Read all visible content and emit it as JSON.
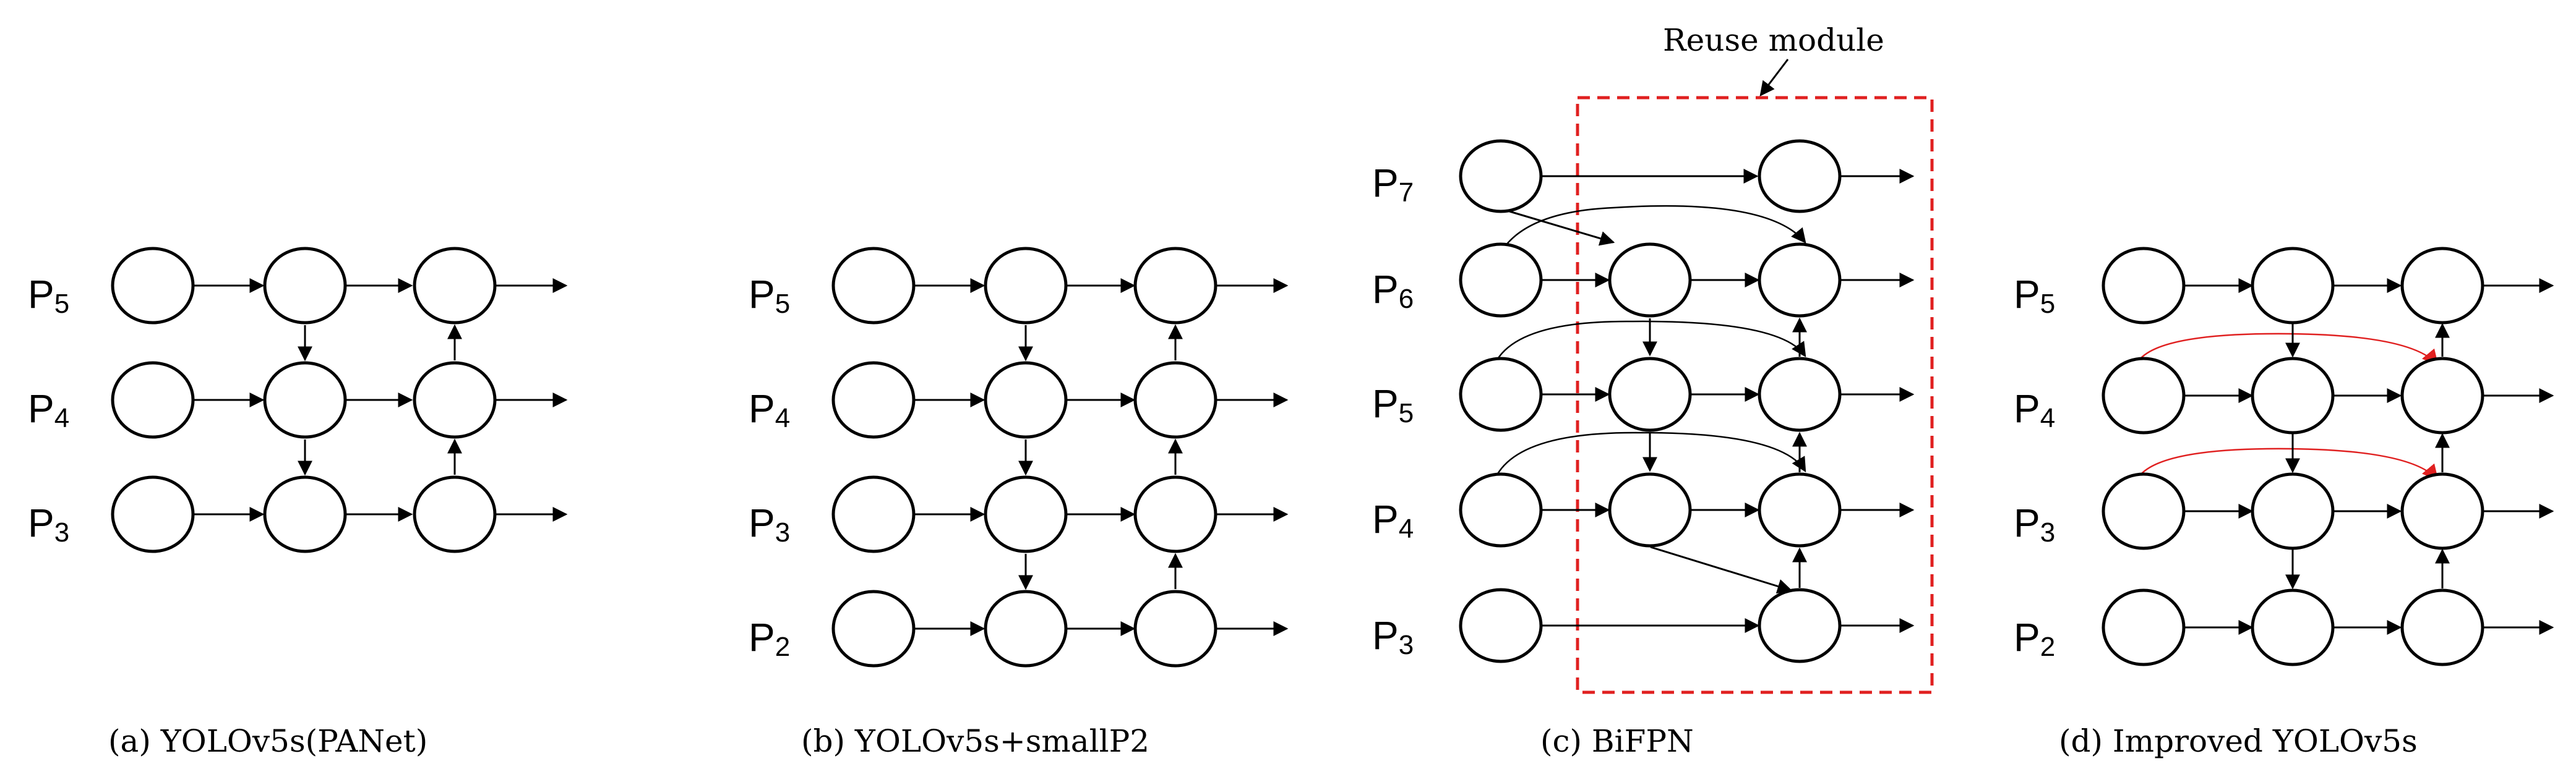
{
  "caption_a": "(a)  YOLOv5s(PANet)",
  "caption_b": "(b)  YOLOv5s+smallP2",
  "caption_c": "(c) BiFPN",
  "caption_d": "(d)  Improved YOLOv5s",
  "reuse_label": "Reuse module",
  "level_letter": "P",
  "levels": {
    "p2": "2",
    "p3": "3",
    "p4": "4",
    "p5": "5",
    "p6": "6",
    "p7": "7"
  },
  "colors": {
    "highlight": "#e02020",
    "stroke": "#000000"
  }
}
